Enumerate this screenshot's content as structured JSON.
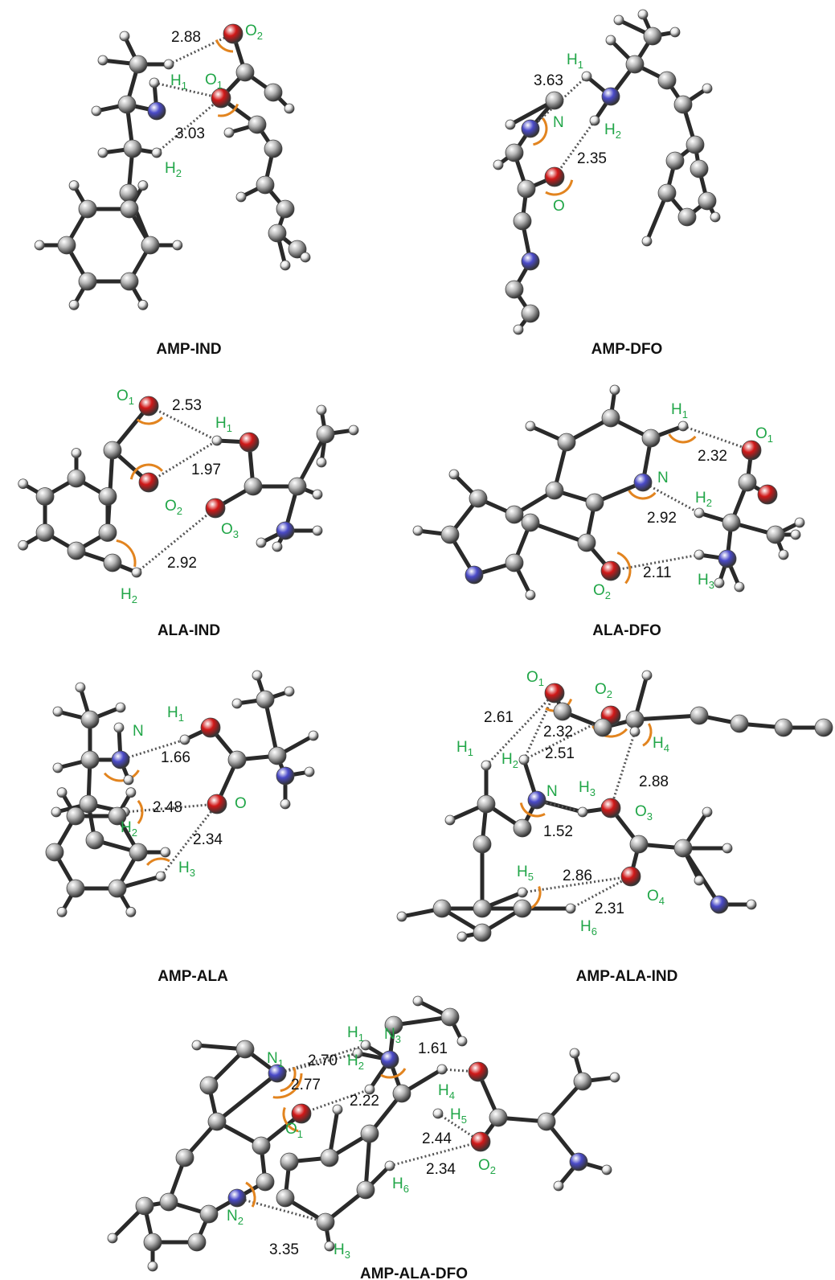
{
  "colors": {
    "carbon": "#b5b5b5",
    "hydrogen": "#e6e6e6",
    "oxygen": "#d01818",
    "nitrogen": "#4a4ac8",
    "label_green": "#21a648",
    "angle_orange": "#e2841f",
    "bond": "#2a2a2a"
  },
  "panels": [
    {
      "caption": "AMP-IND",
      "distances": [
        "2.88",
        "3.03"
      ],
      "labels": [
        [
          "O",
          "2"
        ],
        [
          "O",
          "1"
        ],
        [
          "H",
          "1"
        ],
        [
          "H",
          "2"
        ]
      ]
    },
    {
      "caption": "AMP-DFO",
      "distances": [
        "3.63",
        "2.35"
      ],
      "labels": [
        [
          "H",
          "1"
        ],
        [
          "N",
          ""
        ],
        [
          "H",
          "2"
        ],
        [
          "O",
          ""
        ]
      ]
    },
    {
      "caption": "ALA-IND",
      "distances": [
        "2.53",
        "1.97",
        "2.92"
      ],
      "labels": [
        [
          "O",
          "1"
        ],
        [
          "H",
          "1"
        ],
        [
          "O",
          "2"
        ],
        [
          "O",
          "3"
        ],
        [
          "H",
          "2"
        ]
      ]
    },
    {
      "caption": "ALA-DFO",
      "distances": [
        "2.32",
        "2.92",
        "2.11"
      ],
      "labels": [
        [
          "H",
          "1"
        ],
        [
          "O",
          "1"
        ],
        [
          "N",
          ""
        ],
        [
          "H",
          "2"
        ],
        [
          "H",
          "3"
        ],
        [
          "O",
          "2"
        ]
      ]
    },
    {
      "caption": "AMP-ALA",
      "distances": [
        "1.66",
        "2.48",
        "2.34"
      ],
      "labels": [
        [
          "N",
          ""
        ],
        [
          "H",
          "1"
        ],
        [
          "O",
          ""
        ],
        [
          "H",
          "2"
        ],
        [
          "H",
          "3"
        ]
      ]
    },
    {
      "caption": "AMP-ALA-IND",
      "distances": [
        "2.61",
        "2.32",
        "2.51",
        "2.88",
        "1.52",
        "2.86",
        "2.31"
      ],
      "labels": [
        [
          "O",
          "1"
        ],
        [
          "O",
          "2"
        ],
        [
          "H",
          "1"
        ],
        [
          "H",
          "2"
        ],
        [
          "H",
          "4"
        ],
        [
          "N",
          ""
        ],
        [
          "H",
          "3"
        ],
        [
          "O",
          "3"
        ],
        [
          "H",
          "5"
        ],
        [
          "O",
          "4"
        ],
        [
          "H",
          "6"
        ]
      ]
    },
    {
      "caption": "AMP-ALA-DFO",
      "distances": [
        "2.70",
        "1.61",
        "2.77",
        "2.22",
        "2.44",
        "2.34",
        "3.35"
      ],
      "labels": [
        [
          "N",
          "1"
        ],
        [
          "H",
          "1"
        ],
        [
          "N",
          "3"
        ],
        [
          "H",
          "2"
        ],
        [
          "H",
          "4"
        ],
        [
          "O",
          "1"
        ],
        [
          "H",
          "5"
        ],
        [
          "O",
          "2"
        ],
        [
          "H",
          "6"
        ],
        [
          "N",
          "2"
        ],
        [
          "H",
          "3"
        ]
      ]
    }
  ]
}
